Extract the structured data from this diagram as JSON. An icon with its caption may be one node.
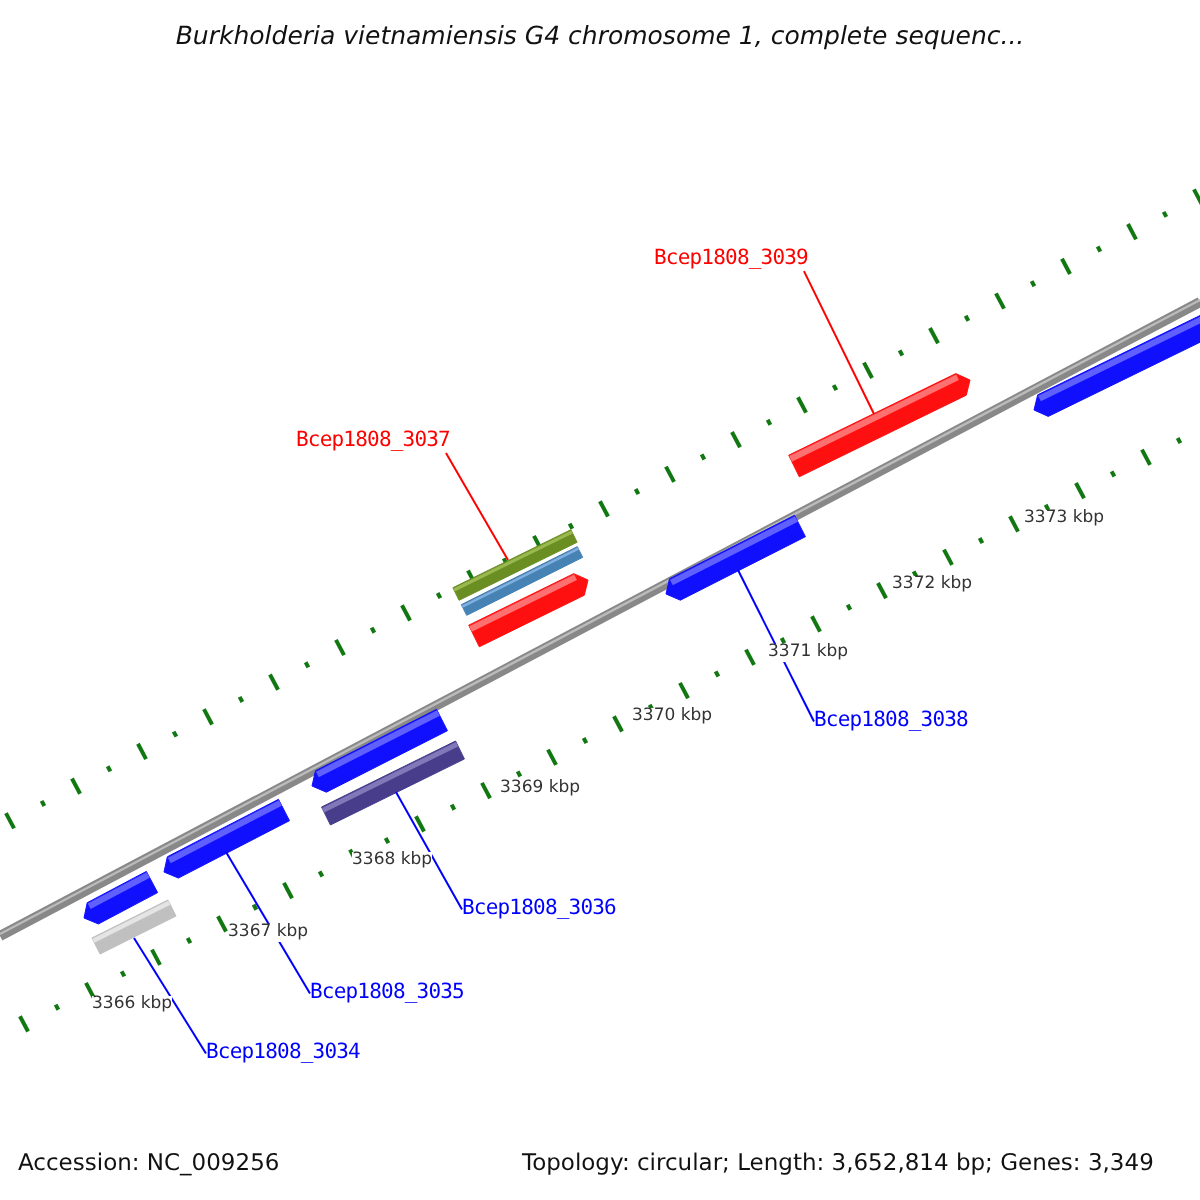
{
  "diagram": {
    "title": "Burkholderia vietnamiensis G4 chromosome 1, complete sequenc...",
    "nodes": [
      {
        "text": [
          "Bcep1808_3039"
        ]
      },
      {
        "text": [
          "Bcep1808_3037"
        ]
      },
      {
        "text": [],
        "shape": "arrow"
      },
      {
        "text": [],
        "shape": "arrow"
      },
      {
        "text": [],
        "shape": "bar"
      },
      {
        "text": [],
        "shape": "bar"
      },
      {
        "text": [],
        "shape": "arrow"
      },
      {
        "text": [],
        "shape": "arrow"
      },
      {
        "text": [
          "Bcep1808_3038"
        ]
      },
      {
        "text": [],
        "shape": "arrow"
      },
      {
        "text": [],
        "shape": "bar"
      },
      {
        "text": [],
        "shape": "arrow"
      },
      {
        "text": [],
        "shape": "arrow"
      },
      {
        "text": [],
        "shape": "bar"
      },
      {
        "text": [
          "Bcep1808_3036"
        ]
      },
      {
        "text": [
          "Bcep1808_3035"
        ]
      },
      {
        "text": [
          "Bcep1808_3034"
        ]
      }
    ],
    "edges": [
      {
        "from": 0,
        "to": 3,
        "arrow": "none",
        "color": "#ff0000"
      },
      {
        "from": 1,
        "to": 4,
        "arrow": "none",
        "color": "#ff0000"
      },
      {
        "from": 8,
        "to": 7,
        "arrow": "none"
      },
      {
        "from": 14,
        "to": 10,
        "arrow": "none"
      },
      {
        "from": 15,
        "to": 11,
        "arrow": "none"
      },
      {
        "from": 16,
        "to": 13,
        "arrow": "none"
      }
    ],
    "labels": [
      "3373 kbp",
      "3372 kbp",
      "3371 kbp",
      "3370 kbp",
      "3369 kbp",
      "3368 kbp",
      "3367 kbp",
      "3366 kbp",
      "Accession: NC_009256",
      "Topology: circular; Length: 3,652,814 bp; Genes: 3,349"
    ]
  }
}
